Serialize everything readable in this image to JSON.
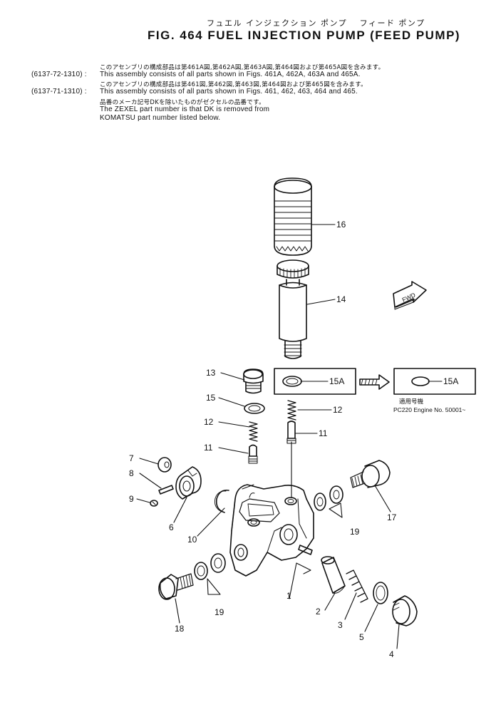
{
  "header": {
    "title_jp": "フュエル インジェクション ポンプ　 フィード ポンプ",
    "title": "FIG. 464  FUEL INJECTION PUMP (FEED PUMP)"
  },
  "notes": [
    {
      "code": "",
      "text": "このアセンブリの構成部品は第461A図,第462A図,第463A図,第464図および第465A図を含みます。"
    },
    {
      "code": "(6137-72-1310) :",
      "text": "This assembly consists of all parts shown in Figs. 461A, 462A, 463A and 465A."
    },
    {
      "code": "",
      "text": "このアセンブリの構成部品は第461図,第462図,第463図,第464図および第465図を含みます。"
    },
    {
      "code": "(6137-71-1310) :",
      "text": "This assembly consists of all parts shown in Figs. 461, 462, 463, 464 and 465."
    },
    {
      "code": "",
      "text": "品番のメーカ記号DKを除いたものがゼクセルの品番です。"
    },
    {
      "code": "",
      "text": "The ZEXEL part number is that DK is removed from"
    },
    {
      "code": "",
      "text": "KOMATSU part number listed below."
    }
  ],
  "diagram": {
    "fwd_label": "FWD",
    "applicability_jp": "適用号機",
    "applicability": "PC220  Engine  No.  50001~",
    "callouts": [
      "16",
      "14",
      "13",
      "15A",
      "15A",
      "15",
      "12",
      "12",
      "11",
      "11",
      "7",
      "8",
      "9",
      "6",
      "10",
      "17",
      "19",
      "1",
      "2",
      "3",
      "5",
      "4",
      "18",
      "19"
    ]
  }
}
